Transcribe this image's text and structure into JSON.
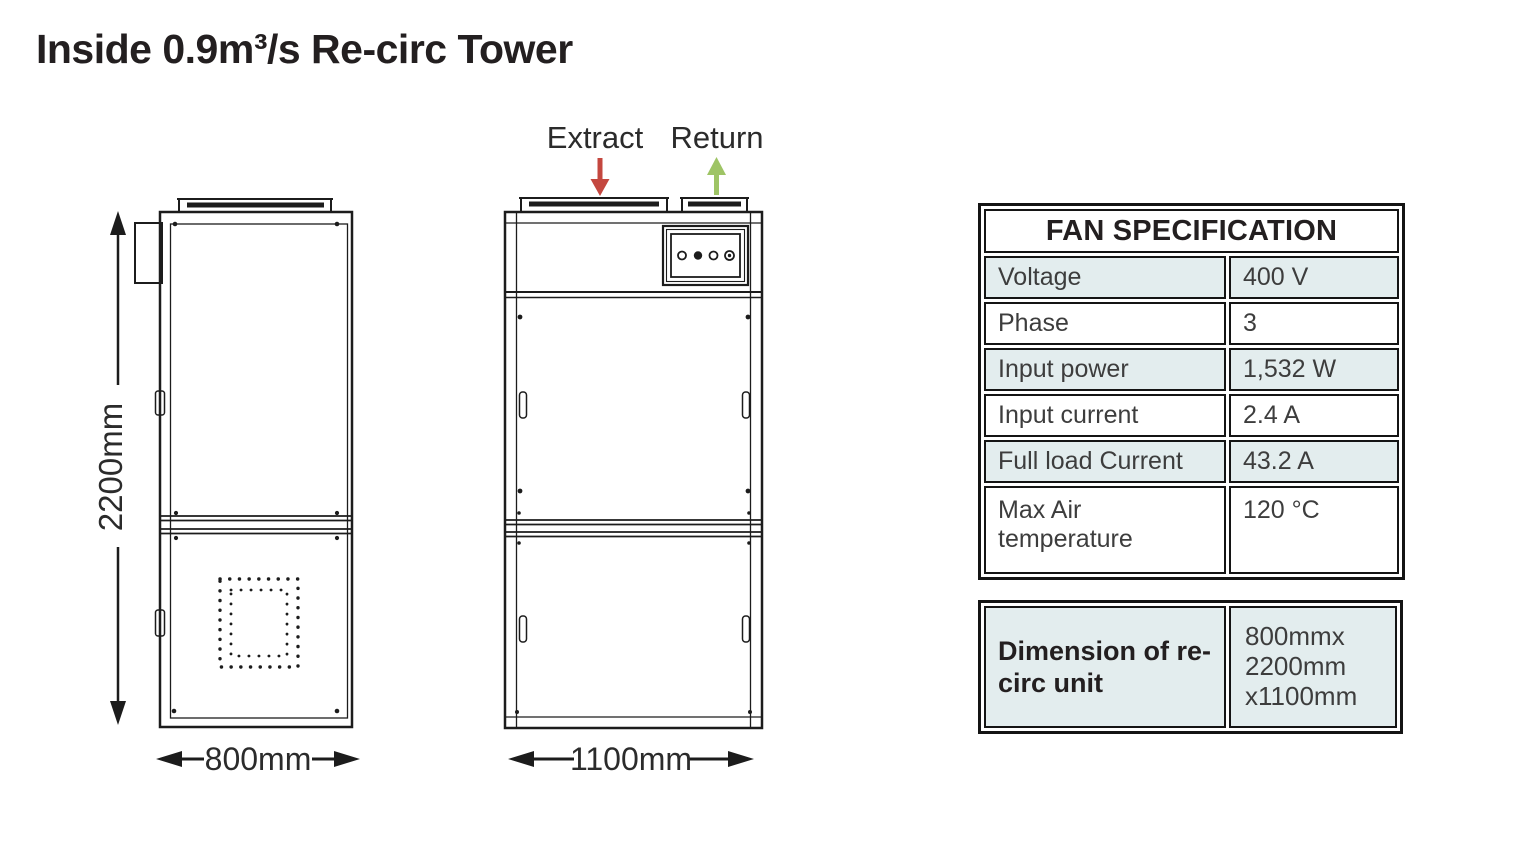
{
  "title": "Inside 0.9m³/s Re-circ Tower",
  "diagram": {
    "extract_label": "Extract",
    "return_label": "Return",
    "height_dimension": "2200mm",
    "side_width_dimension": "800mm",
    "front_width_dimension": "1100mm",
    "colors": {
      "extract": "#c4473f",
      "return": "#9ec465",
      "line": "#1c1c1c"
    }
  },
  "fan_spec_table": {
    "title": "FAN SPECIFICATION",
    "rows": [
      {
        "label": "Voltage",
        "value": "400 V"
      },
      {
        "label": "Phase",
        "value": "3"
      },
      {
        "label": "Input power",
        "value": "1,532 W"
      },
      {
        "label": "Input current",
        "value": "2.4 A"
      },
      {
        "label": "Full load Current",
        "value": "43.2 A"
      },
      {
        "label": "Max Air temperature",
        "value": "120 °C"
      }
    ]
  },
  "dimension_table": {
    "label": "Dimension of re-circ unit",
    "value_lines": [
      "800mmx",
      "2200mm",
      "x1100mm"
    ]
  }
}
